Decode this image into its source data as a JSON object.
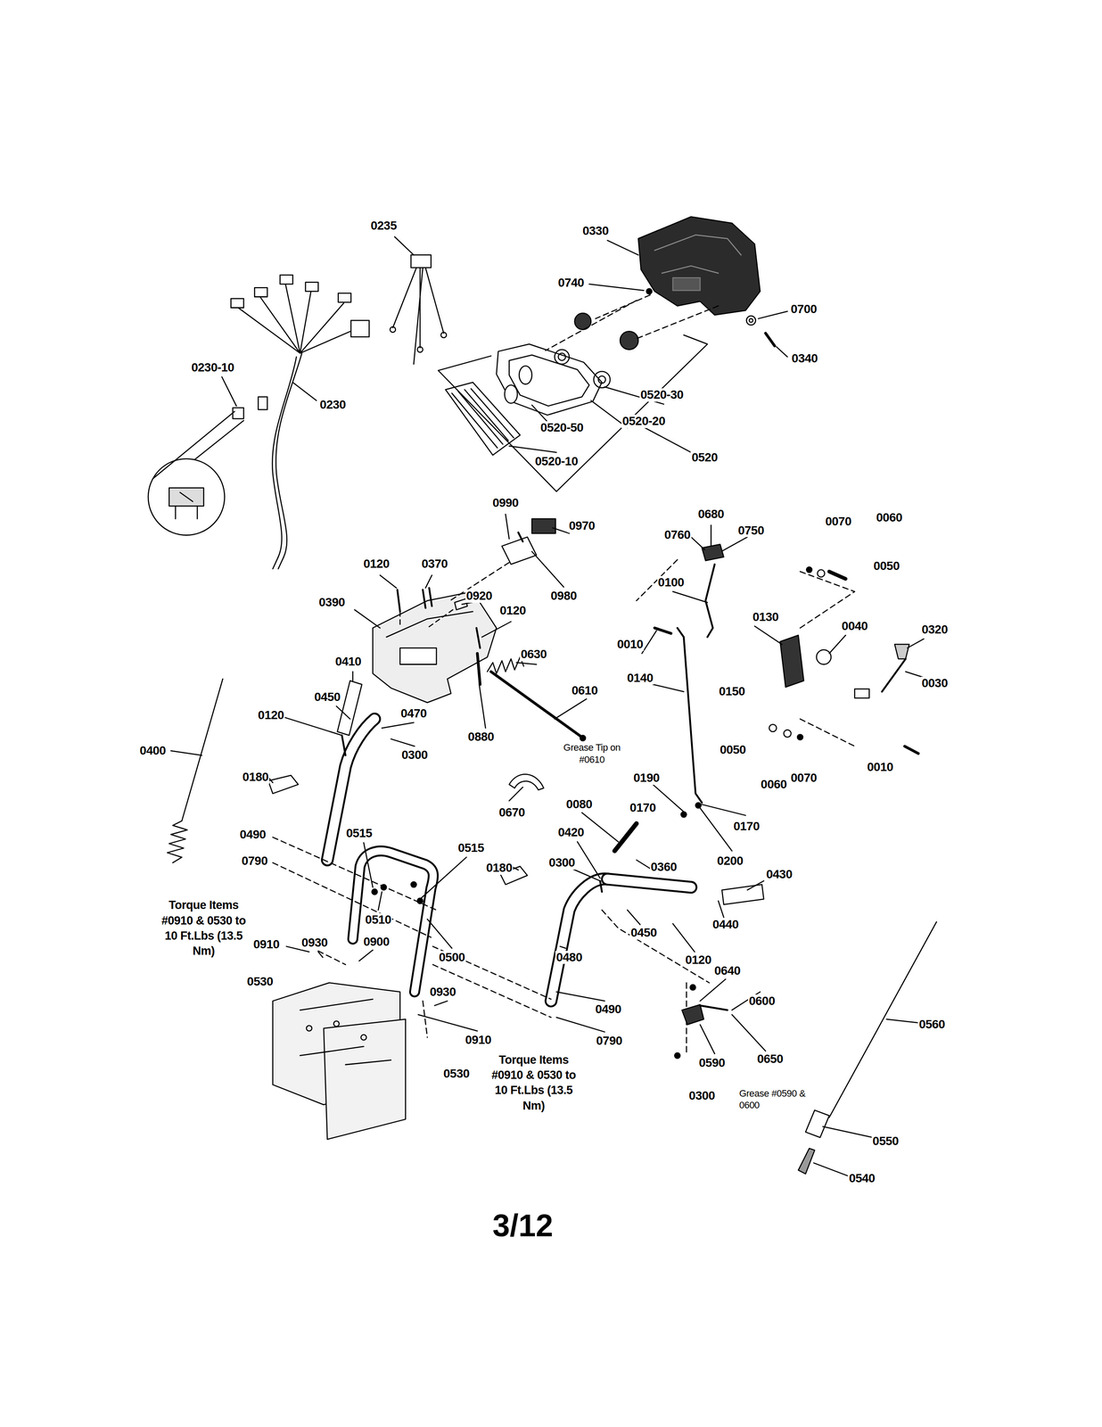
{
  "diagram": {
    "caption": "3/12",
    "labels": [
      "0235",
      "0330",
      "0740",
      "0700",
      "0340",
      "0230-10",
      "0520-30",
      "0230",
      "0520-20",
      "0520-50",
      "0520",
      "0520-10",
      "0990",
      "0680",
      "0070",
      "0060",
      "0970",
      "0750",
      "0760",
      "0120",
      "0370",
      "0050",
      "0100",
      "0920",
      "0980",
      "0390",
      "0120",
      "0130",
      "0040",
      "0320",
      "0010",
      "0630",
      "0410",
      "0140",
      "0030",
      "0610",
      "0150",
      "0450",
      "0470",
      "0120",
      "0880",
      "Grease Tip on #0610",
      "0050",
      "0400",
      "0300",
      "0010",
      "0180",
      "0190",
      "0070",
      "0060",
      "0080",
      "0170",
      "0670",
      "0170",
      "0420",
      "0515",
      "0490",
      "0515",
      "0200",
      "0790",
      "0300",
      "0360",
      "0180",
      "0430",
      "0510",
      "0440",
      "Torque Items #0910 & 0530 to 10 Ft.Lbs (13.5 Nm)",
      "0450",
      "0910",
      "0930",
      "0900",
      "0500",
      "0480",
      "0120",
      "0640",
      "0530",
      "0930",
      "0600",
      "0490",
      "0560",
      "0910",
      "0790",
      "0650",
      "0590",
      "0530",
      "Torque Items #0910 & 0530 to 10 Ft.Lbs (13.5 Nm)",
      "0300",
      "Grease #0590 & 0600",
      "0550",
      "0540"
    ]
  }
}
